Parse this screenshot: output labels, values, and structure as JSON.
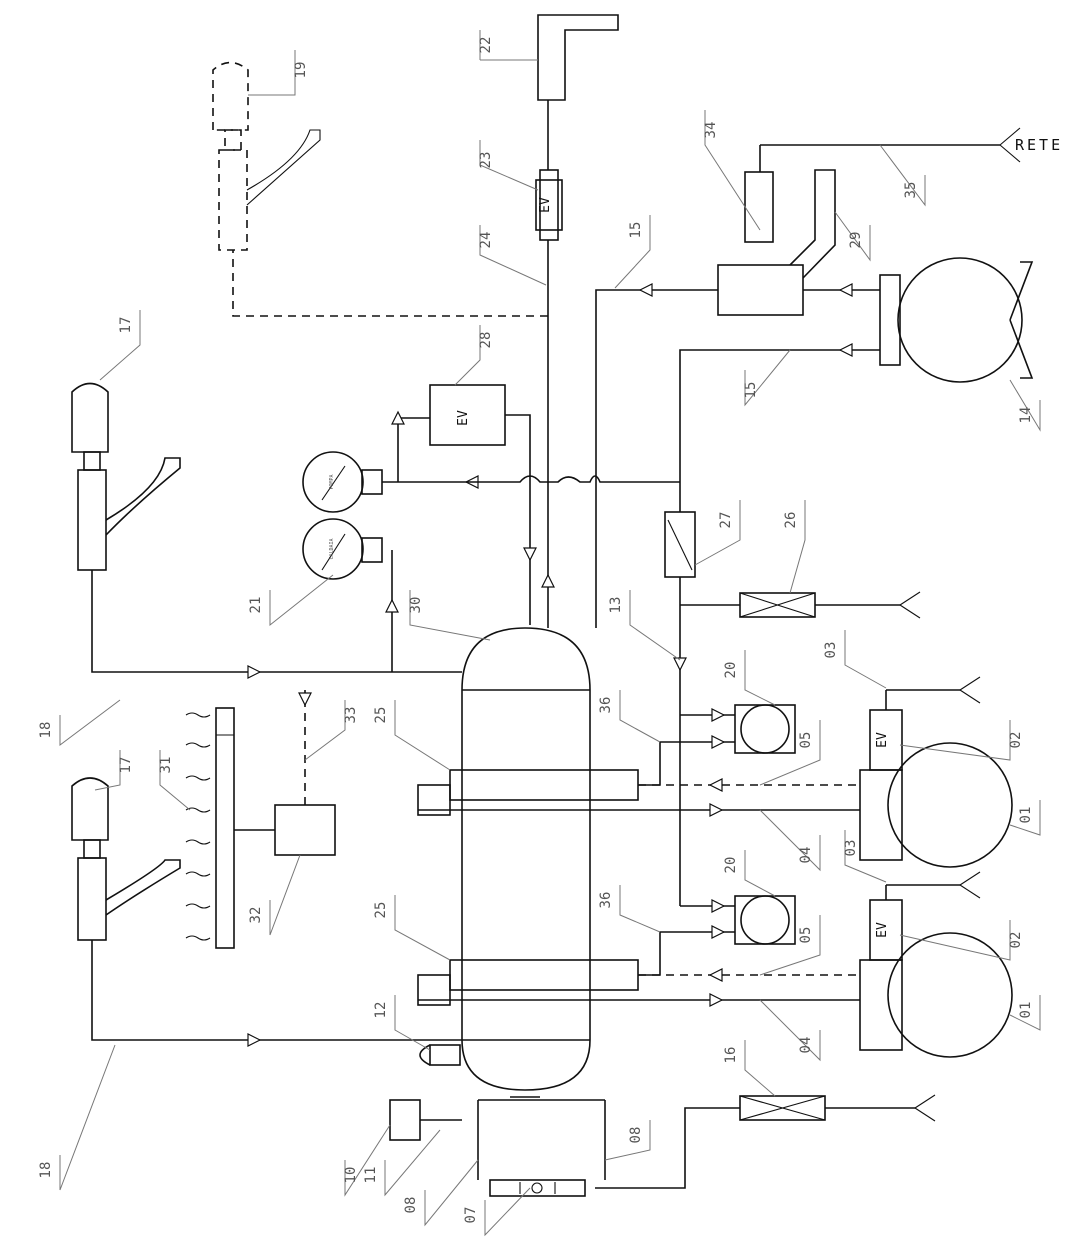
{
  "labels": {
    "l22": "22",
    "l19": "19",
    "l23": "23",
    "l34": "34",
    "l35": "35",
    "l24": "24",
    "l15a": "15",
    "l29": "29",
    "l17a": "17",
    "l28": "28",
    "l15b": "15",
    "l14": "14",
    "l27": "27",
    "l26": "26",
    "l21": "21",
    "l30": "30",
    "l13": "13",
    "l03a": "03",
    "l20a": "20",
    "l36a": "36",
    "l25a": "25",
    "l33": "33",
    "l31": "31",
    "l17b": "17",
    "l18a": "18",
    "l05a": "05",
    "l02a": "02",
    "l01a": "01",
    "l04a": "04",
    "l03b": "03",
    "l20b": "20",
    "l36b": "36",
    "l25b": "25",
    "l32": "32",
    "l12": "12",
    "l05b": "05",
    "l02b": "02",
    "l01b": "01",
    "l04b": "04",
    "l16": "16",
    "l08a": "08",
    "l08b": "08",
    "l10": "10",
    "l11": "11",
    "l18b": "18",
    "l07": "07"
  },
  "ev_text": "EV",
  "rete": "RETE",
  "gauges": {
    "pump": "POMPA",
    "boiler": "CALDAIA"
  }
}
